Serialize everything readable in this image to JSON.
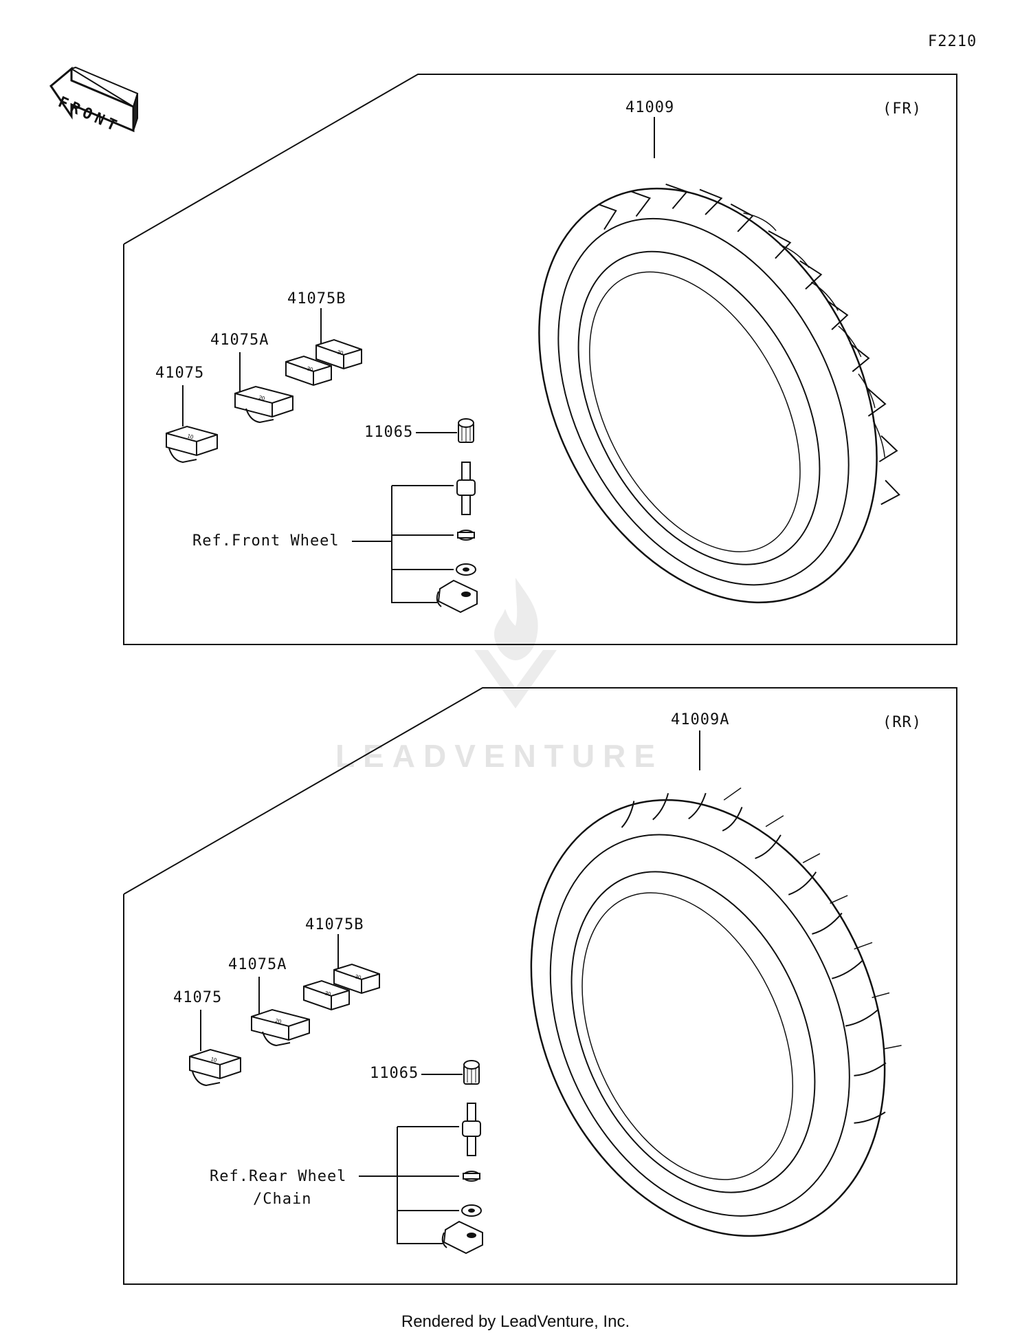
{
  "page_code": "F2210",
  "front_label": "FRONT",
  "watermark": "LEADVENTURE",
  "footer": "Rendered by LeadVenture, Inc.",
  "panels": [
    {
      "tag": "(FR)",
      "tire": "41009",
      "weight": "41075",
      "weight_a": "41075A",
      "weight_b": "41075B",
      "valve_cap": "11065",
      "reference": "Ref.Front Wheel",
      "reference_line2": ""
    },
    {
      "tag": "(RR)",
      "tire": "41009A",
      "weight": "41075",
      "weight_a": "41075A",
      "weight_b": "41075B",
      "valve_cap": "11065",
      "reference": "Ref.Rear Wheel",
      "reference_line2": "/Chain"
    }
  ]
}
